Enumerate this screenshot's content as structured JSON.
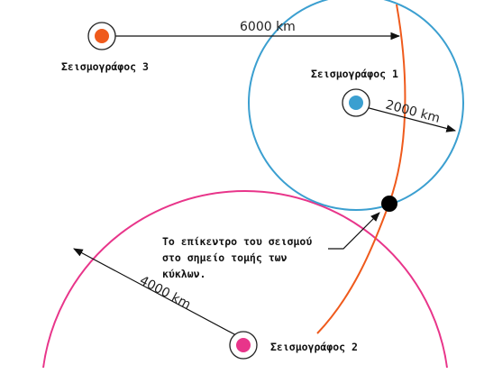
{
  "colors": {
    "seismograph_1": "#3b9fd0",
    "seismograph_2": "#e8358a",
    "seismograph_3": "#ef5a1c",
    "epicenter": "#000000",
    "ring": "#222222",
    "arrow": "#111111"
  },
  "stations": {
    "s1": {
      "label": "Σεισμογράφος 1",
      "distance": "2000 km"
    },
    "s2": {
      "label": "Σεισμογράφος 2",
      "distance": "4000 km"
    },
    "s3": {
      "label": "Σεισμογράφος 3",
      "distance": "6000 km"
    }
  },
  "epicenter_note": {
    "line1": "Το επίκεντρο του σεισμού",
    "line2": "στο σημείο τομής των",
    "line3": "κύκλων."
  }
}
